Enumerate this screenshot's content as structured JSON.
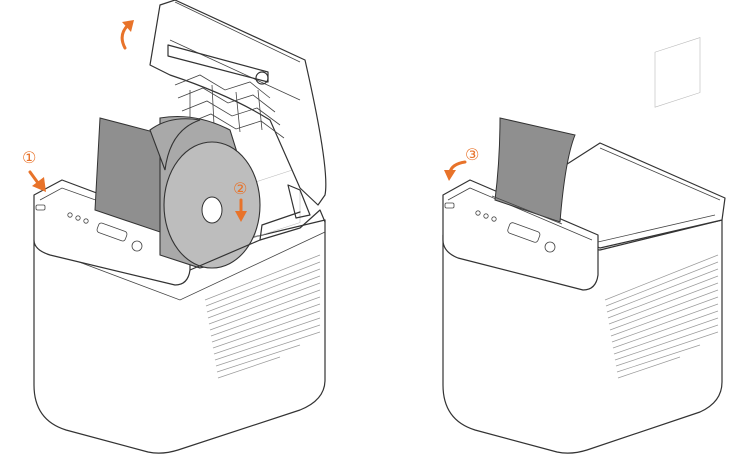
{
  "steps": {
    "step1": {
      "label": "①",
      "color": "#e8732a",
      "arrow": "arrow-down-right-icon"
    },
    "step2": {
      "label": "②",
      "color": "#e8732a",
      "arrow": "arrow-down-icon"
    },
    "step3": {
      "label": "③",
      "color": "#e8732a",
      "arrow": "arrow-curved-left-icon"
    }
  },
  "lid_open_arrow": {
    "icon": "arrow-curved-up-icon",
    "color": "#e8732a"
  },
  "colors": {
    "accent": "#e8732a",
    "paper": "#8f8f8f",
    "outline": "#333333"
  }
}
